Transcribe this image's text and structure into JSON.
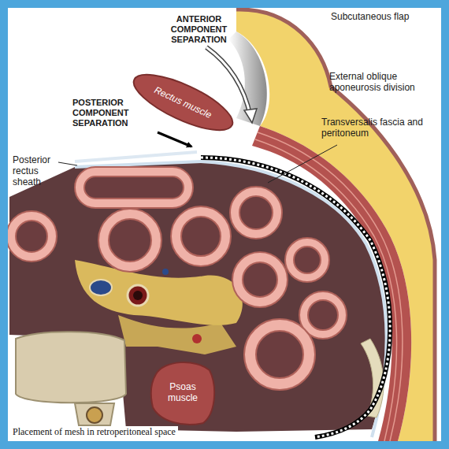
{
  "diagram": {
    "caption": "Placement of mesh in retroperitoneal space",
    "nodes": [
      {
        "text": [
          "Rectus muscle"
        ]
      },
      {
        "text": [
          "Psoas muscle"
        ]
      }
    ],
    "labels": [
      "ANTERIOR COMPONENT SEPARATION",
      "Subcutaneous flap",
      "External oblique aponeurosis division",
      "POSTERIOR COMPONENT SEPARATION",
      "Transversalis fascia and peritoneum",
      "Posterior rectus sheath"
    ]
  }
}
